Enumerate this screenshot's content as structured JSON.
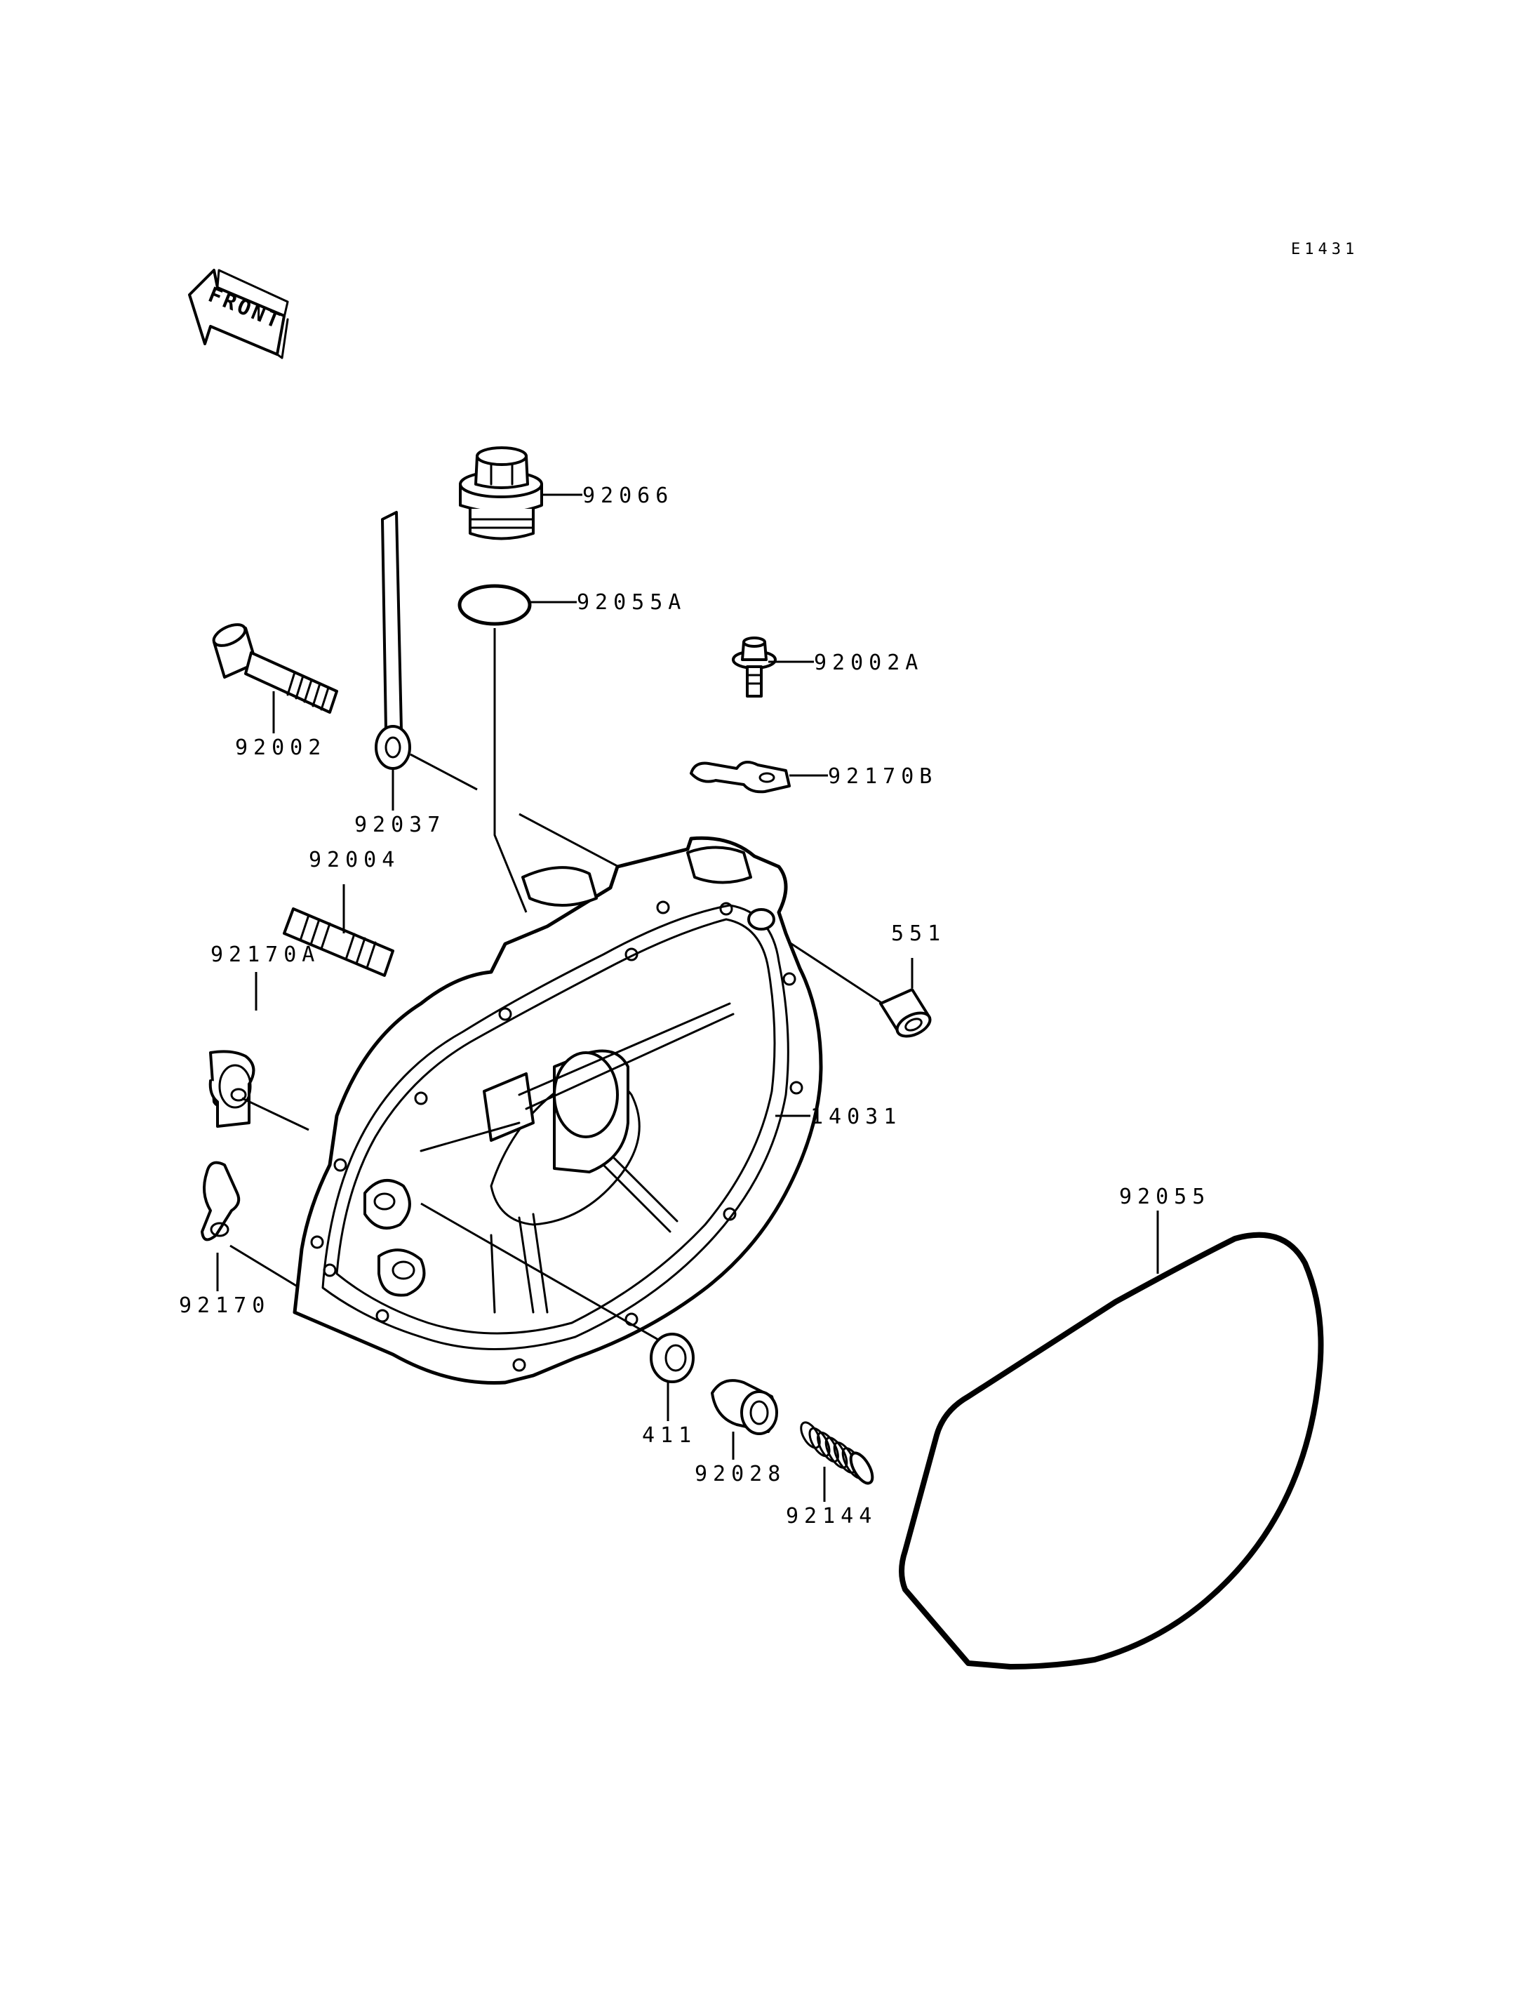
{
  "diagram_code": "E1431",
  "front_label": "FRONT",
  "labels": {
    "p92066": "92066",
    "p92055A": "92055A",
    "p92002A": "92002A",
    "p92170B": "92170B",
    "p92002": "92002",
    "p92037": "92037",
    "p92004": "92004",
    "p551": "551",
    "p92170A": "92170A",
    "p14031": "14031",
    "p92055": "92055",
    "p92170": "92170",
    "p411": "411",
    "p92028": "92028",
    "p92144": "92144"
  }
}
